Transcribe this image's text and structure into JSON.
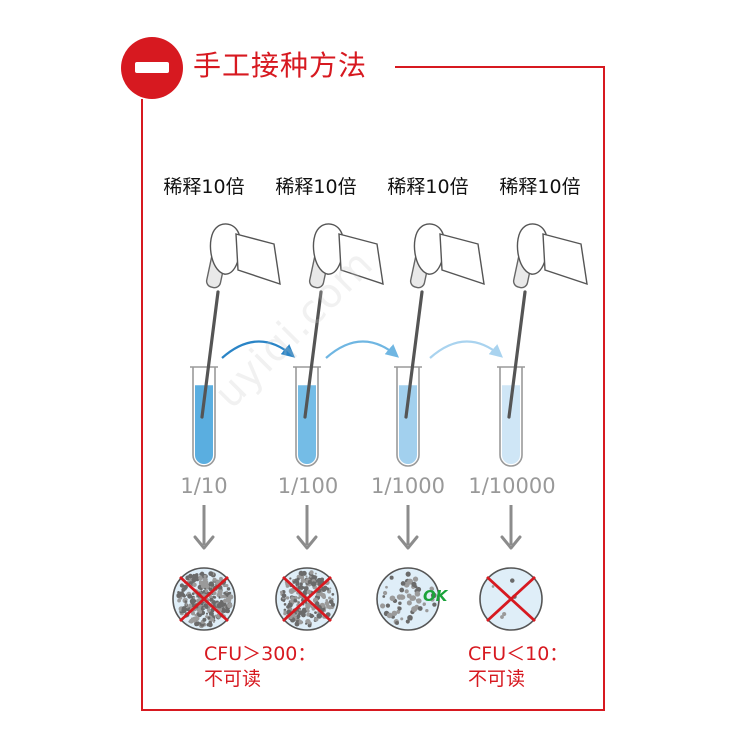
{
  "title": "手工接种方法",
  "steps": [
    {
      "label": "稀释10倍",
      "ratio": "1/10",
      "color": "#5aaee0",
      "fill": 0.85,
      "colony_count": 300,
      "crossed": true
    },
    {
      "label": "稀释10倍",
      "ratio": "1/100",
      "color": "#74bce6",
      "fill": 0.85,
      "colony_count": 220,
      "crossed": true
    },
    {
      "label": "稀释10倍",
      "ratio": "1/1000",
      "color": "#a2d0ee",
      "fill": 0.85,
      "colony_count": 60,
      "crossed": false
    },
    {
      "label": "稀释10倍",
      "ratio": "1/10000",
      "color": "#cfe6f6",
      "fill": 0.85,
      "colony_count": 5,
      "crossed": true
    }
  ],
  "ok_label": "OK",
  "notes": {
    "too_many_line1": "CFU＞300：",
    "too_many_line2": "不可读",
    "too_few_line1": "CFU＜10：",
    "too_few_line2": "不可读"
  },
  "watermark": "uyiqi.com",
  "colors": {
    "accent": "#d71920",
    "ratio_gray": "#999999",
    "ok_green": "#1aa33a",
    "arrow_gray": "#8c8c8c"
  }
}
